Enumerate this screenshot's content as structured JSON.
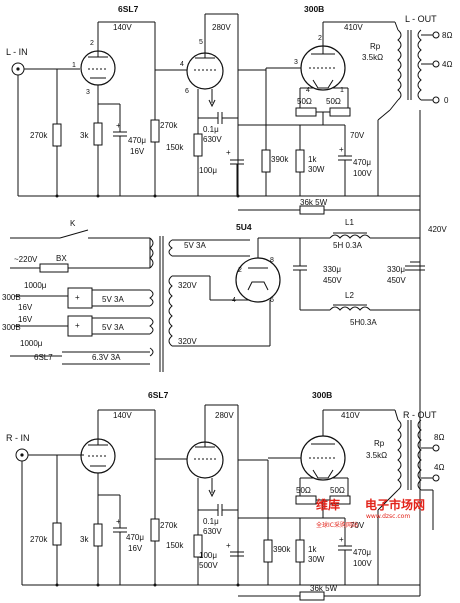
{
  "channel_left": {
    "input": "L - IN",
    "output": "L - OUT",
    "tube1": "6SL7",
    "tube1_voltage": "140V",
    "tube2_voltage": "280V",
    "tube3": "300B",
    "tube3_voltage": "410V",
    "r_in": "270k",
    "r_cath1": "3k",
    "c_cath1_a": "470μ",
    "c_cath1_b": "16V",
    "r_grid2": "270k",
    "r_cath2": "150k",
    "c_coupling_a": "0.1μ",
    "c_coupling_b": "630V",
    "c_decouple": "100μ",
    "r_grid3": "390k",
    "r_hum_a": "50Ω",
    "r_hum_b": "50Ω",
    "r_cath3_a": "1k",
    "r_cath3_b": "30W",
    "c_cath3_a": "470μ",
    "c_cath3_b": "100V",
    "cath3_voltage": "70V",
    "rp_a": "Rp",
    "rp_b": "3.5kΩ",
    "tap_8": "8Ω",
    "tap_4": "4Ω",
    "tap_0": "0",
    "r_supply": "36k 5W",
    "pins": {
      "p1": "1",
      "p2": "2",
      "p3": "3",
      "p4": "4",
      "p5": "5",
      "p6": "6"
    }
  },
  "power_supply": {
    "switch": "K",
    "mains": "~220V",
    "fuse": "BX",
    "rectifier": "5U4",
    "b_plus": "420V",
    "choke1_name": "L1",
    "choke1_value": "5H 0.3A",
    "choke2_name": "L2",
    "choke2_value": "5H0.3A",
    "cap1_a": "330μ",
    "cap1_b": "450V",
    "cap2_a": "330μ",
    "cap2_b": "450V",
    "winding_rect": "5V 3A",
    "winding_hv_top": "320V",
    "winding_hv_bottom": "320V",
    "winding_300b_a": "5V 3A",
    "winding_300b_b": "5V 3A",
    "winding_6sl7": "6.3V 3A",
    "cap_300b_a1": "1000μ",
    "cap_300b_a2": "16V",
    "cap_300b_b1": "16V",
    "cap_300b_b2": "1000μ",
    "label_300b_a": "300B",
    "label_300b_b": "300B",
    "label_6sl7": "6SL7",
    "pin2": "2",
    "pin8": "8",
    "pin4": "4",
    "pin6": "6"
  },
  "channel_right": {
    "input": "R - IN",
    "output": "R - OUT",
    "tube1": "6SL7",
    "tube1_voltage": "140V",
    "tube2_voltage": "280V",
    "tube3": "300B",
    "tube3_voltage": "410V",
    "r_in": "270k",
    "r_cath1": "3k",
    "c_cath1_a": "470μ",
    "c_cath1_b": "16V",
    "r_grid2": "270k",
    "r_cath2": "150k",
    "c_coupling_a": "0.1μ",
    "c_coupling_b": "630V",
    "c_decouple_a": "100μ",
    "c_decouple_b": "500V",
    "r_grid3": "390k",
    "r_hum_a": "50Ω",
    "r_hum_b": "50Ω",
    "r_cath3_a": "1k",
    "r_cath3_b": "30W",
    "c_cath3_a": "470μ",
    "c_cath3_b": "100V",
    "cath3_voltage": "70V",
    "rp_a": "Rp",
    "rp_b": "3.5kΩ",
    "tap_8": "8Ω",
    "tap_4": "4Ω",
    "r_supply": "36k 5W"
  },
  "watermark": {
    "logo": "维库",
    "brand": "电子市场网",
    "url": "www.dzsc.com",
    "slogan": "全球IC采购网站"
  }
}
